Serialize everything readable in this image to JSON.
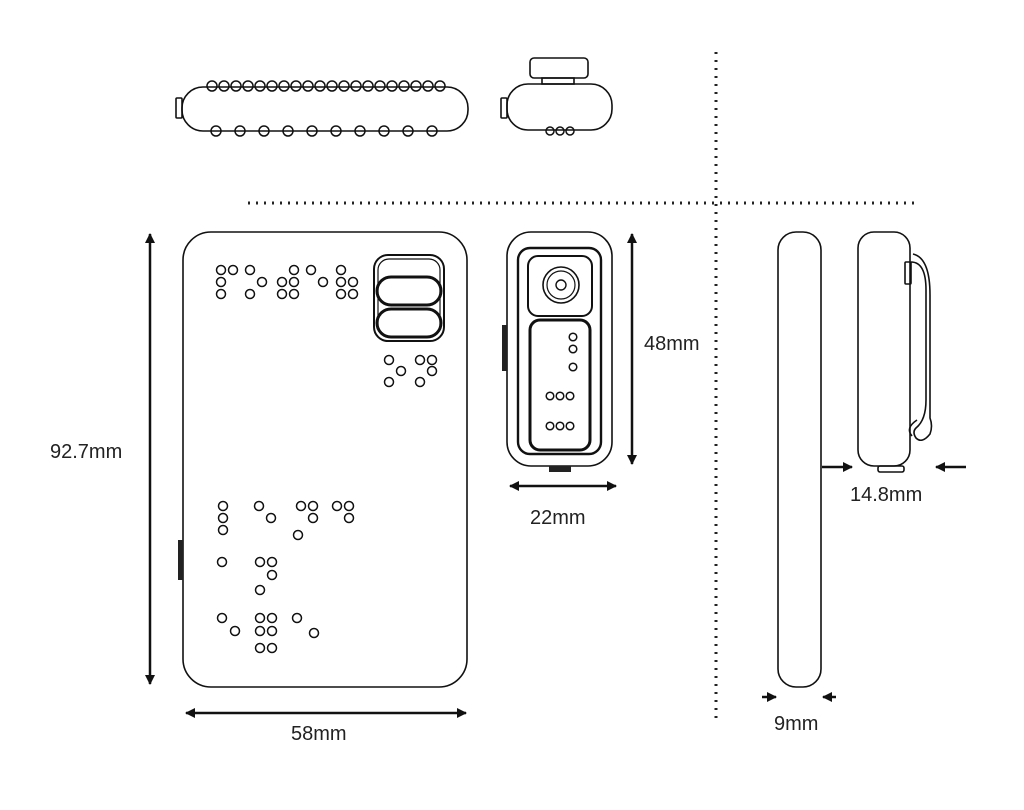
{
  "colors": {
    "line": "#111111",
    "text": "#222222",
    "background": "#ffffff"
  },
  "dimensions": {
    "height": "92.7mm",
    "width": "58mm",
    "small_height": "48mm",
    "small_width": "22mm",
    "clip_thickness": "14.8mm",
    "body_thickness": "9mm"
  }
}
